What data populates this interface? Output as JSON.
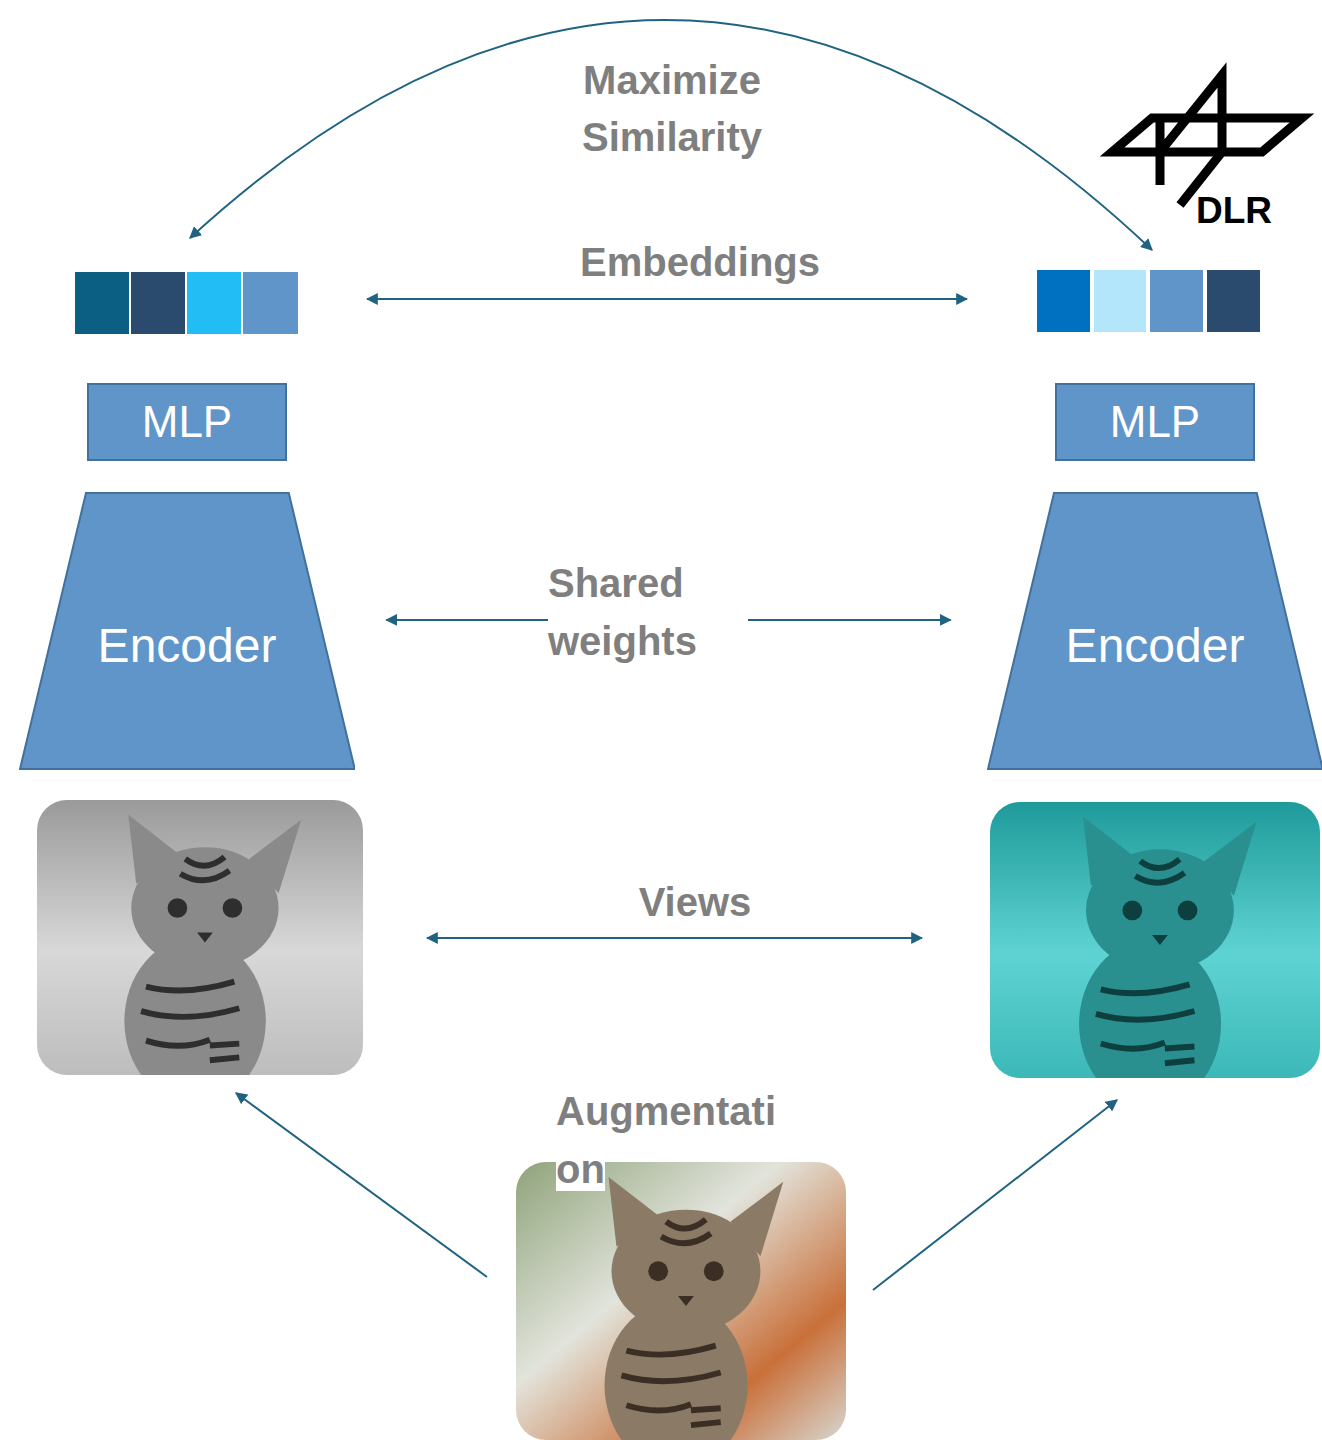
{
  "diagram": {
    "nodes": [
      {
        "text": [
          "MLP"
        ]
      },
      {
        "text": [
          "MLP"
        ]
      },
      {
        "text": [
          "Encoder"
        ]
      },
      {
        "text": [
          "Encoder"
        ]
      }
    ],
    "edges": [
      {
        "from": 2,
        "to": 3,
        "arrow": "both",
        "label": "Shared weights"
      }
    ],
    "labels": [
      "Maximize Similarity",
      "Embeddings",
      "Views",
      "Augmentati on",
      "DLR"
    ]
  }
}
